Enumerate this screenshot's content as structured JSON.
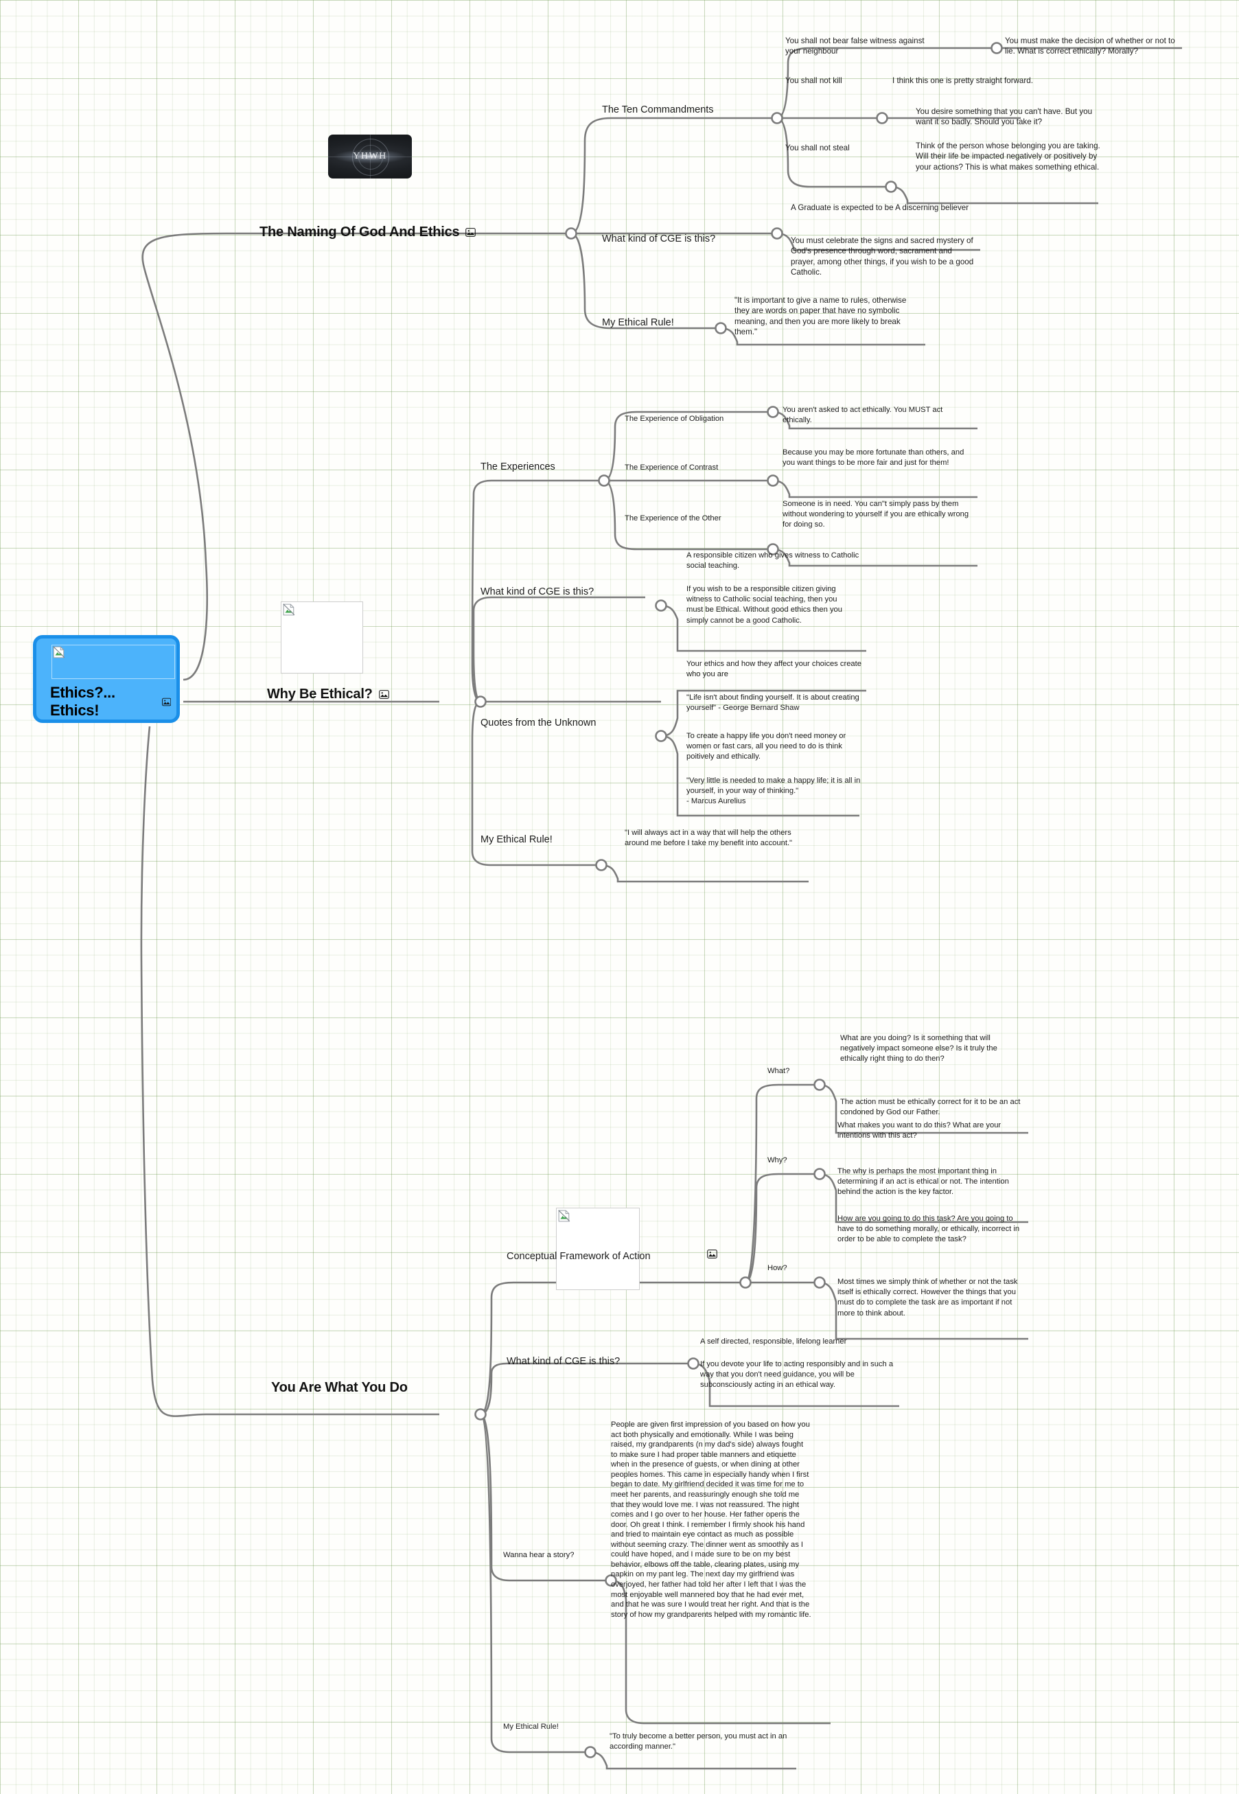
{
  "root": {
    "label": "Ethics?... Ethics!",
    "accent": "#4cb3fb",
    "border": "#1a8fe8",
    "image_icon": "broken-image-icon",
    "attachment_icon": "image-icon"
  },
  "branches": [
    {
      "id": "naming-of-god",
      "title": "The Naming Of God And Ethics",
      "image_caption": "YHWH",
      "children": [
        {
          "label": "The Ten Commandments",
          "children": [
            {
              "label": "You shall not bear false witness against your neighbour",
              "notes": [
                "You must make the decision of whether or not to lie. What is correct ethically? Morally?"
              ]
            },
            {
              "label": "You shall not kill",
              "notes": [
                "I think this one is pretty straight forward."
              ]
            },
            {
              "label": "You shall not steal",
              "notes": [
                "You desire something that you can't have. But you want it so badly. Should you take it?",
                "Think of the person whose belonging you are taking. Will their life be impacted negatively or positively by your actions? This is what makes something ethical."
              ]
            }
          ]
        },
        {
          "label": "What kind of CGE is this?",
          "notes": [
            "A Graduate is expected to be A discerning believer",
            "You must celebrate the signs and sacred mystery of God's presence through word, sacrament and prayer, among other things, if you wish to be a good Catholic."
          ]
        },
        {
          "label": "My Ethical Rule!",
          "notes": [
            "\"It is important to give a name to rules, otherwise they are words on paper that have no symbolic meaning, and then you are more likely to break them.\""
          ]
        }
      ]
    },
    {
      "id": "why-be-ethical",
      "title": "Why Be Ethical?",
      "children": [
        {
          "label": "The Experiences",
          "children": [
            {
              "label": "The Experience of Obligation",
              "notes": [
                "You aren't asked to act ethically. You MUST act ethically."
              ]
            },
            {
              "label": "The Experience of Contrast",
              "notes": [
                "Because you may be more fortunate than others, and you want things to be more fair and just for them!"
              ]
            },
            {
              "label": "The Experience of the Other",
              "notes": [
                "Someone is in need. You can\"t simply pass by them without wondering to yourself if you are ethically wrong for doing so."
              ]
            }
          ]
        },
        {
          "label": "What kind of CGE is this?",
          "notes": [
            "A responsible citizen who gives witness to Catholic social teaching.",
            "If you wish to be a responsible citizen giving witness to Catholic social teaching, then you must be Ethical. Without good ethics then you simply cannot be a good Catholic."
          ]
        },
        {
          "label": "Quotes from the Unknown",
          "notes": [
            "Your ethics and how they affect your choices create who you are",
            "\"Life isn't about finding yourself. It is about creating yourself\" - George Bernard Shaw",
            "To create a happy life you don't need money or women or fast cars, all you need to do is think poitively and ethically.",
            " \"Very little is needed to make a happy life; it is all in yourself, in your way of thinking.\"\n- Marcus Aurelius"
          ]
        },
        {
          "label": "My  Ethical Rule!",
          "notes": [
            "\"I will always act in a way that will help the others around me before I take my benefit into account.\""
          ]
        }
      ]
    },
    {
      "id": "you-are-what-you-do",
      "title": "You Are What You Do",
      "children": [
        {
          "label": "Conceptual Framework of Action",
          "children": [
            {
              "label": "What?",
              "notes": [
                "What are you doing? Is it something that will negatively impact someone else? Is it truly the ethically right thing to do then?",
                "The action must be ethically correct for it to be an act condoned by God our Father."
              ]
            },
            {
              "label": "Why?",
              "notes": [
                "What makes you want to do this? What are your intentions with this act?",
                "The why is perhaps the most important thing in determining if an act is ethical or not. The intention behind the action is the key factor."
              ]
            },
            {
              "label": "How?",
              "notes": [
                "How are you going to do this task? Are you going to have to do something morally, or ethically, incorrect in order to be able to complete the task?",
                "Most times we simply think of whether or not the task itself is ethically correct. However the things that you must do to complete the task are as important if not more to think about."
              ]
            }
          ]
        },
        {
          "label": "What kind of  CGE is this?",
          "notes": [
            "A self directed, responsible, lifelong learner",
            "If you devote your life to acting responsibly and in such a way that you don't need guidance, you will be subconsciously acting in an ethical way."
          ]
        },
        {
          "label": "Wanna hear a story?",
          "notes": [
            "People are given first impression of you based on how you act both physically and emotionally. While I was being raised, my grandparents (n my dad's side) always fought to make sure I had proper table manners and etiquette when in the presence of guests, or when dining at other peoples homes. This came in especially handy when I first began to date. My girlfriend decided it was time for me to meet her parents, and reassuringly enough she told me that they would love me. I was not reassured. The night comes and I go over to her house. Her father opens the door. Oh great I think. I remember I firmly shook his hand and tried to maintain eye contact as much as possible without seeming crazy. The dinner went as smoothly as I could have hoped, and I made sure to be on my best behavior, elbows off the table, clearing plates, using my napkin on my pant leg. The next day my girlfriend was overjoyed, her father had told her after I left that I was the most enjoyable well mannered boy that he had ever met, and that he was sure I would treat her right. And that is the story of how my grandparents helped with my romantic life."
          ]
        },
        {
          "label": "My Ethical Rule!",
          "notes": [
            "\"To truly become a better person, you must act in an according manner.\""
          ]
        }
      ]
    }
  ]
}
